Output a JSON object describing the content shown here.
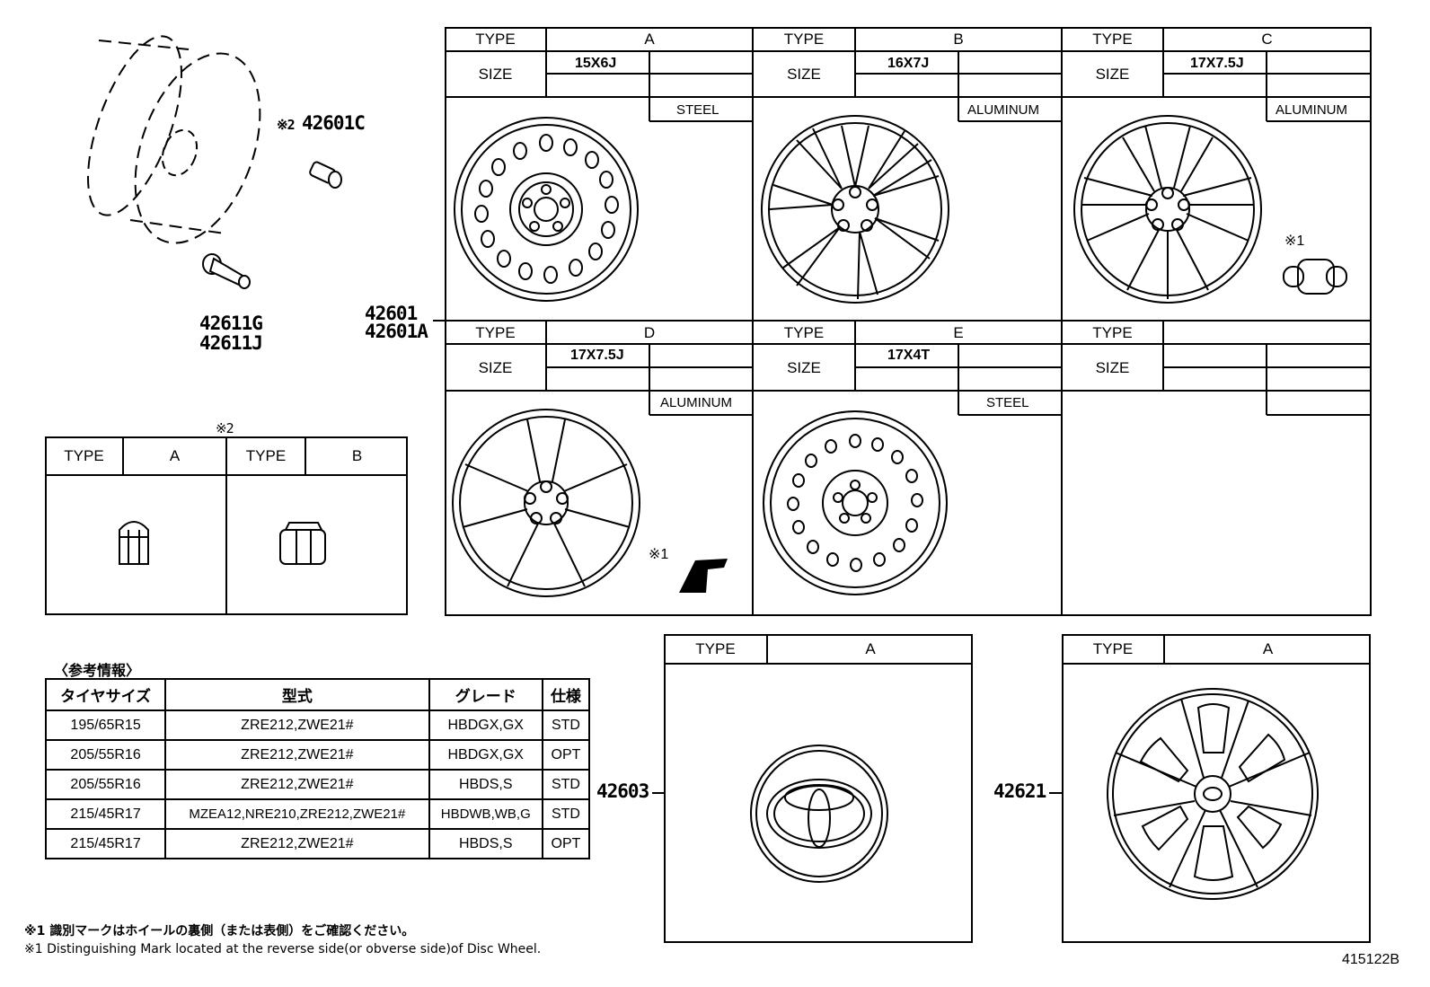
{
  "parts": {
    "valve_cap_no": "42601C",
    "valve_cap_mark": "※2",
    "valve_no1": "42611G",
    "valve_no2": "42611J",
    "wheel_no1": "42601",
    "wheel_no2": "42601A",
    "center_cap_no": "42603",
    "wheel_cap_no": "42621"
  },
  "wheel_types": [
    {
      "type_label": "TYPE",
      "type": "A",
      "size_label": "SIZE",
      "size": "15X6J",
      "material": "STEEL"
    },
    {
      "type_label": "TYPE",
      "type": "B",
      "size_label": "SIZE",
      "size": "16X7J",
      "material": "ALUMINUM"
    },
    {
      "type_label": "TYPE",
      "type": "C",
      "size_label": "SIZE",
      "size": "17X7.5J",
      "material": "ALUMINUM",
      "mark": "※1"
    },
    {
      "type_label": "TYPE",
      "type": "D",
      "size_label": "SIZE",
      "size": "17X7.5J",
      "material": "ALUMINUM",
      "mark": "※1"
    },
    {
      "type_label": "TYPE",
      "type": "E",
      "size_label": "SIZE",
      "size": "17X4T",
      "material": "STEEL"
    },
    {
      "type_label": "TYPE",
      "type": "",
      "size_label": "SIZE",
      "size": "",
      "material": ""
    }
  ],
  "nut_box": {
    "mark": "※2",
    "type_label": "TYPE",
    "type_a": "A",
    "type_b": "B"
  },
  "center_cap_box": {
    "type_label": "TYPE",
    "type": "A"
  },
  "wheel_cap_box": {
    "type_label": "TYPE",
    "type": "A"
  },
  "reference": {
    "title": "〈参考情報〉",
    "headers": [
      "タイヤサイズ",
      "型式",
      "グレード",
      "仕様"
    ],
    "rows": [
      [
        "195/65R15",
        "ZRE212,ZWE21#",
        "HBDGX,GX",
        "STD"
      ],
      [
        "205/55R16",
        "ZRE212,ZWE21#",
        "HBDGX,GX",
        "OPT"
      ],
      [
        "205/55R16",
        "ZRE212,ZWE21#",
        "HBDS,S",
        "STD"
      ],
      [
        "215/45R17",
        "MZEA12,NRE210,ZRE212,ZWE21#",
        "HBDWB,WB,G",
        "STD"
      ],
      [
        "215/45R17",
        "ZRE212,ZWE21#",
        "HBDS,S",
        "OPT"
      ]
    ]
  },
  "notes": {
    "jp": "※1  識別マークはホイールの裏側（または表側）をご確認ください。",
    "en": "※1  Distinguishing Mark located at the reverse side(or obverse side)of Disc Wheel."
  },
  "figure_no": "415122B"
}
